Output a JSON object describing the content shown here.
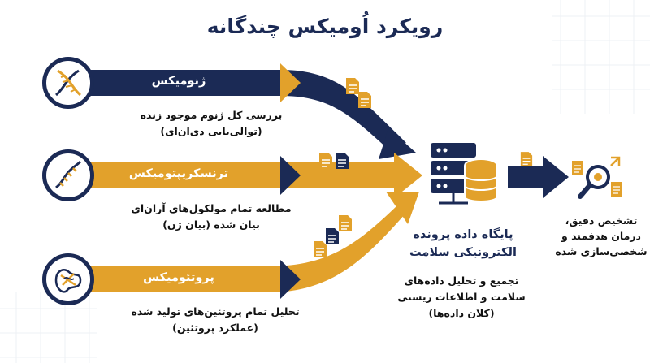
{
  "title": "رویکرد اُومیکس چندگانه",
  "colors": {
    "navy": "#1b2a55",
    "gold": "#e2a12b",
    "ink": "#111111"
  },
  "omics": [
    {
      "name": "ژنومیکس",
      "icon": "dna-icon",
      "description_line1": "بررسی کل ژنوم موجود زنده",
      "description_line2": "(توالی‌یابی دی‌ان‌ای)"
    },
    {
      "name": "ترنسکریپتومیکس",
      "icon": "rna-icon",
      "description_line1": "مطالعه تمام مولکول‌های آران‌ای",
      "description_line2": "بیان شده (بیان ژن)"
    },
    {
      "name": "پروتئومیکس",
      "icon": "protein-icon",
      "description_line1": "تحلیل تمام پروتئین‌های تولید شده",
      "description_line2": "(عملکرد پروتئین)"
    }
  ],
  "hub": {
    "icon": "database-server-icon",
    "title_line1": "پایگاه داده پرونده",
    "title_line2": "الکترونیکی سلامت",
    "desc_line1": "تجمیع و تحلیل داده‌های",
    "desc_line2": "سلامت و اطلاعات زیستی",
    "desc_line3": "(کلان داده‌ها)"
  },
  "outcome": {
    "icon": "magnifier-target-icon",
    "line1": "تشخیص دقیق،",
    "line2": "درمان هدفمند و",
    "line3": "شخصی‌سازی شده"
  }
}
